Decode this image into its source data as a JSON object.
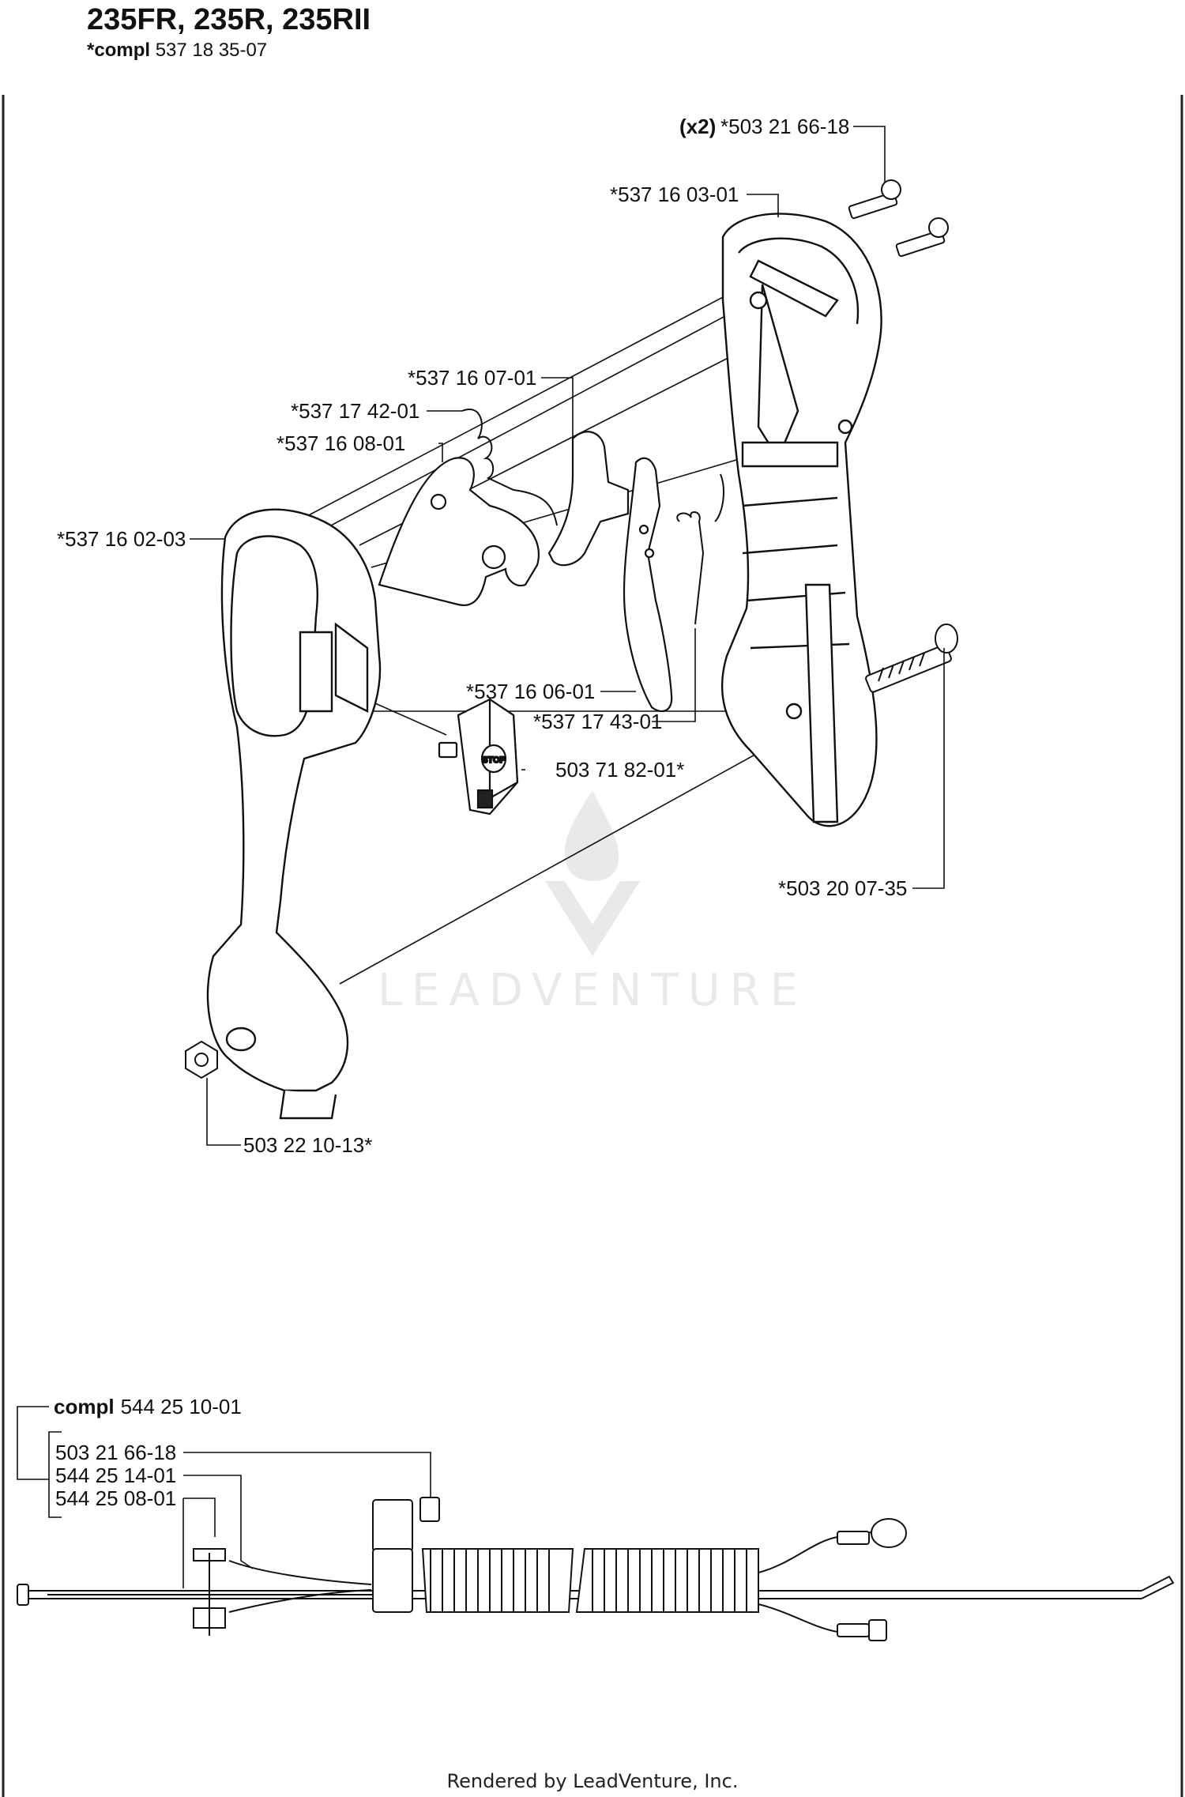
{
  "header": {
    "title": "235FR, 235R, 235RII",
    "compl_prefix": "*compl",
    "compl_number": "537 18 35-07"
  },
  "labels": {
    "screws_qty": "(x2)",
    "screws": "*503 21 66-18",
    "housing_right": "*537 16 03-01",
    "lever": "*537 16 07-01",
    "spring_upper": "*537 17 42-01",
    "lockout": "*537 16 08-01",
    "housing_left": "*537 16 02-03",
    "throttle_trigger": "*537 16 06-01",
    "spring_lower": "*537 17 43-01",
    "stop_switch": "503 71 82-01*",
    "bolt": "*503 20 07-35",
    "nut": "503 22 10-13*"
  },
  "cable_group": {
    "compl_prefix": "compl",
    "compl_number": "544 25 10-01",
    "items": [
      "503 21 66-18",
      "544 25 14-01",
      "544 25 08-01"
    ]
  },
  "switch_text": "STOP",
  "watermark": "LEADVENTURE",
  "footer": "Rendered by LeadVenture, Inc."
}
